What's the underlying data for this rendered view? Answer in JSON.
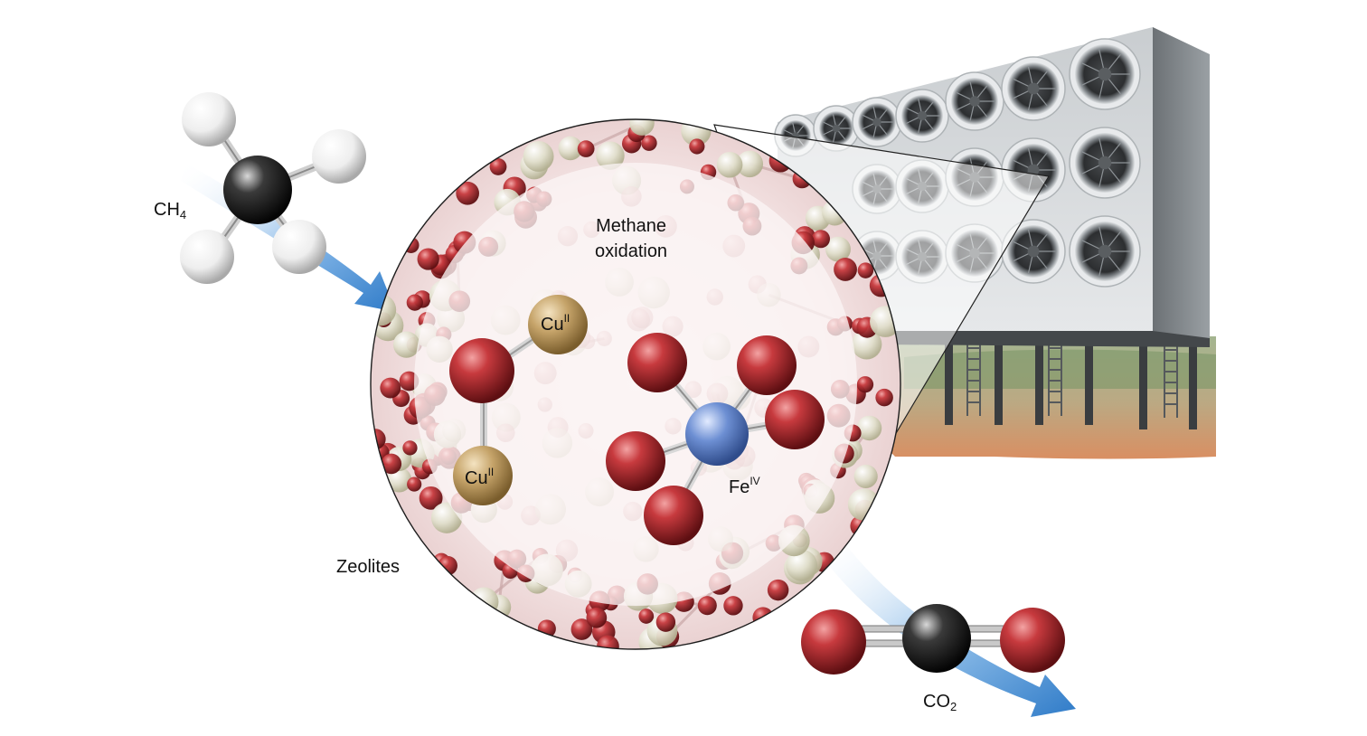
{
  "labels": {
    "methane_line1": "Methane",
    "methane_line2": "oxidation",
    "ch4_base": "CH",
    "ch4_sub": "4",
    "zeolites": "Zeolites",
    "co2_base": "CO",
    "co2_sub": "2",
    "cu_base": "Cu",
    "cu_sup": "II",
    "fe_base": "Fe",
    "fe_sup": "IV"
  },
  "icons": {
    "methane_molecule": "methane-molecule-icon",
    "co2_molecule": "co2-molecule-icon",
    "fan_wall": "direct-air-capture-fan-wall-icon",
    "zeolite_lattice": "zeolite-lattice-icon"
  },
  "colors": {
    "oxygen": "#b8292e",
    "copper": "#c8a76a",
    "iron": "#6d8fd3",
    "carbon": "#2b2b2b",
    "hydrogen": "#f2f2f2",
    "arrow": "#3a86d0",
    "silicon": "#d9d7c0",
    "zoom_disc": "#f4e4e4"
  }
}
